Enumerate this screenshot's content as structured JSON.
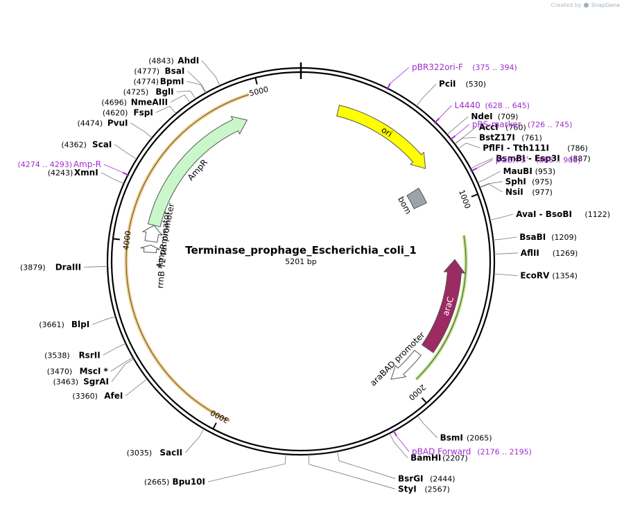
{
  "credit": {
    "prefix": "Created by",
    "brand": "SnapGene"
  },
  "plasmid": {
    "name": "Terminase_prophage_Escherichia_coli_1",
    "size_label": "5201 bp",
    "length": 5201
  },
  "colors": {
    "primer": "#a02bd1",
    "ori": "#ffff00",
    "ampr": "#c9f7c9",
    "arac": "#9c2a63",
    "bom": "#9ca3ab",
    "promoter": "#ffffff",
    "highlight_orange": "#e8b048",
    "highlight_green": "#8fd44a"
  },
  "ticks": [
    {
      "label": "1000",
      "pos": 1000
    },
    {
      "label": "2000",
      "pos": 2000
    },
    {
      "label": "3000",
      "pos": 3000
    },
    {
      "label": "4000",
      "pos": 4000
    },
    {
      "label": "5000",
      "pos": 5000
    }
  ],
  "features": [
    {
      "label": "ori",
      "kind": "arrow",
      "start": 200,
      "end": 770,
      "dir": 1,
      "color": "#ffff00",
      "track": "ori"
    },
    {
      "label": "bom",
      "kind": "box",
      "start": 840,
      "end": 940,
      "dir": 0,
      "color": "#9ca3ab",
      "track": "bom"
    },
    {
      "label": "araC",
      "kind": "arrow",
      "start": 1290,
      "end": 1800,
      "dir": -1,
      "color": "#9c2a63",
      "track": "arac"
    },
    {
      "label": "araBAD promoter",
      "kind": "arrow",
      "start": 1850,
      "end": 2060,
      "dir": 1,
      "color": "#ffffff",
      "track": "promoter"
    },
    {
      "label": "AmpR",
      "kind": "arrow",
      "start": 4100,
      "end": 4900,
      "dir": 1,
      "color": "#c9f7c9",
      "track": "ampr"
    },
    {
      "label": "AmpR promoter",
      "kind": "arrow",
      "start": 4010,
      "end": 4100,
      "dir": 1,
      "color": "#ffffff",
      "track": "ampr"
    },
    {
      "label": "rrnB T2 terminator",
      "kind": "arrow",
      "start": 3950,
      "end": 3990,
      "dir": 1,
      "color": "#ffffff",
      "track": "ampr"
    }
  ],
  "highlights": [
    {
      "start": 2950,
      "end": 4950,
      "color": "#e8b048"
    },
    {
      "start": 1170,
      "end": 1960,
      "color": "#8fd44a"
    }
  ],
  "sites": [
    {
      "name": "AhdI",
      "pos": "(4843)",
      "side": "left",
      "bp": 4843
    },
    {
      "name": "BsaI",
      "pos": "(4777)",
      "side": "left",
      "bp": 4777
    },
    {
      "name": "BpmI",
      "pos": "(4774)",
      "side": "left",
      "bp": 4774
    },
    {
      "name": "BglI",
      "pos": "(4725)",
      "side": "left",
      "bp": 4725
    },
    {
      "name": "NmeAIII",
      "pos": "(4696)",
      "side": "left",
      "bp": 4696
    },
    {
      "name": "FspI",
      "pos": "(4620)",
      "side": "left",
      "bp": 4620
    },
    {
      "name": "PvuI",
      "pos": "(4474)",
      "side": "left",
      "bp": 4474
    },
    {
      "name": "ScaI",
      "pos": "(4362)",
      "side": "left",
      "bp": 4362
    },
    {
      "name": "XmnI",
      "pos": "(4243)",
      "side": "left",
      "bp": 4243
    },
    {
      "name": "DraIII",
      "pos": "(3879)",
      "side": "left",
      "bp": 3879
    },
    {
      "name": "BlpI",
      "pos": "(3661)",
      "side": "left",
      "bp": 3661
    },
    {
      "name": "RsrII",
      "pos": "(3538)",
      "side": "left",
      "bp": 3538
    },
    {
      "name": "MscI *",
      "pos": "(3470)",
      "side": "left",
      "bp": 3470
    },
    {
      "name": "SgrAI",
      "pos": "(3463)",
      "side": "left",
      "bp": 3463
    },
    {
      "name": "AfeI",
      "pos": "(3360)",
      "side": "left",
      "bp": 3360
    },
    {
      "name": "SacII",
      "pos": "(3035)",
      "side": "left",
      "bp": 3035
    },
    {
      "name": "Bpu10I",
      "pos": "(2665)",
      "side": "left",
      "bp": 2665
    },
    {
      "name": "StyI",
      "pos": "(2567)",
      "side": "right",
      "bp": 2567
    },
    {
      "name": "BsrGI",
      "pos": "(2444)",
      "side": "right",
      "bp": 2444
    },
    {
      "name": "BamHI",
      "pos": "(2207)",
      "side": "right",
      "bp": 2207
    },
    {
      "name": "BsmI",
      "pos": "(2065)",
      "side": "right",
      "bp": 2065
    },
    {
      "name": "EcoRV",
      "pos": "(1354)",
      "side": "right",
      "bp": 1354
    },
    {
      "name": "AflII",
      "pos": "(1269)",
      "side": "right",
      "bp": 1269
    },
    {
      "name": "BsaBI",
      "pos": "(1209)",
      "side": "right",
      "bp": 1209
    },
    {
      "name": "AvaI - BsoBI",
      "pos": "(1122)",
      "side": "right",
      "bp": 1122
    },
    {
      "name": "NsiI",
      "pos": "(977)",
      "side": "right",
      "bp": 977
    },
    {
      "name": "SphI",
      "pos": "(975)",
      "side": "right",
      "bp": 975
    },
    {
      "name": "MauBI",
      "pos": "(953)",
      "side": "right",
      "bp": 953
    },
    {
      "name": "BsmBI - Esp3I",
      "pos": "(887)",
      "side": "right",
      "bp": 887
    },
    {
      "name": "PflFI - Tth111I",
      "pos": "(786)",
      "side": "right",
      "bp": 786
    },
    {
      "name": "BstZ17I",
      "pos": "(761)",
      "side": "right",
      "bp": 761
    },
    {
      "name": "AccI",
      "pos": "(760)",
      "side": "right",
      "bp": 760
    },
    {
      "name": "NdeI",
      "pos": "(709)",
      "side": "right",
      "bp": 709
    },
    {
      "name": "PciI",
      "pos": "(530)",
      "side": "right",
      "bp": 530
    }
  ],
  "primers": [
    {
      "name": "pBR322ori-F",
      "pos": "(375 .. 394)",
      "side": "right",
      "bp": 385
    },
    {
      "name": "L4440",
      "pos": "(628 .. 645)",
      "side": "right",
      "bp": 636
    },
    {
      "name": "pRS-marker",
      "pos": "(726 .. 745)",
      "side": "right",
      "bp": 735
    },
    {
      "name": "pGEX 3'",
      "pos": "(886 .. 908)",
      "side": "right",
      "bp": 897
    },
    {
      "name": "pBAD Forward",
      "pos": "(2176 .. 2195)",
      "side": "right",
      "bp": 2186
    },
    {
      "name": "Amp-R",
      "pos": "(4274 .. 4293)",
      "side": "left",
      "bp": 4284
    }
  ]
}
